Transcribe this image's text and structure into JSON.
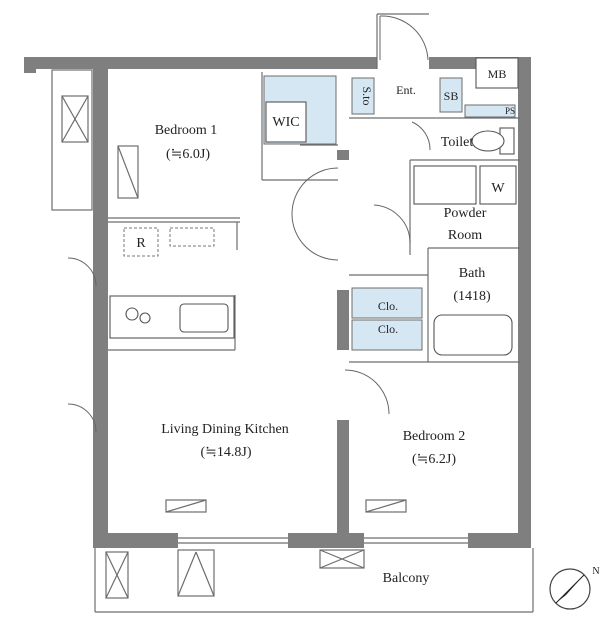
{
  "rooms": {
    "bedroom1": {
      "name": "Bedroom 1",
      "size": "(≒6.0J)"
    },
    "ldk": {
      "name": "Living Dining Kitchen",
      "size": "(≒14.8J)"
    },
    "bedroom2": {
      "name": "Bedroom 2",
      "size": "(≒6.2J)"
    },
    "powder": {
      "line1": "Powder",
      "line2": "Room"
    },
    "bath": {
      "name": "Bath",
      "size": "(1418)"
    },
    "toilet": "Toilet",
    "balcony": "Balcony"
  },
  "labels": {
    "wic": "WIC",
    "entrance": "Ent.",
    "storage": "S.to",
    "shoe_box": "SB",
    "mb": "MB",
    "ps": "PS",
    "closet": "Clo.",
    "fridge": "R",
    "washer": "W"
  },
  "compass": {
    "north_label": "N"
  },
  "colors": {
    "wall": "#7f7f7f",
    "closet": "#d6e7f4"
  }
}
